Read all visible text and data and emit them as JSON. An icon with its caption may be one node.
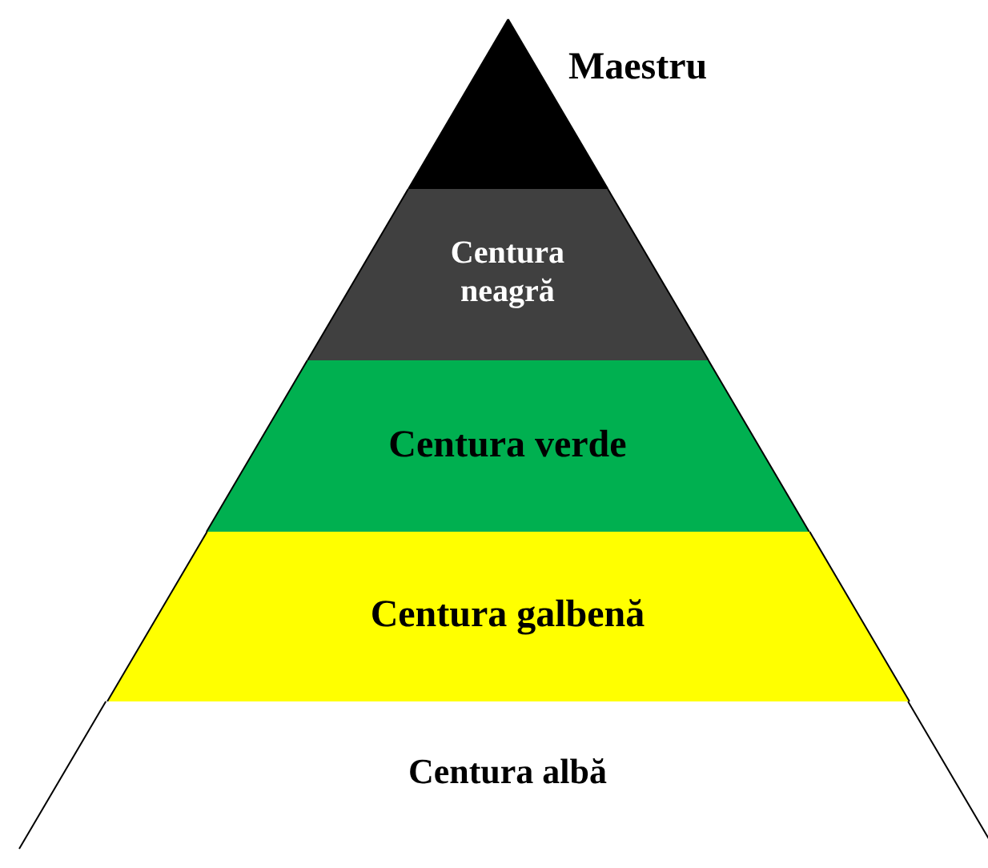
{
  "diagram": {
    "nodes": [
      {
        "text": [
          "Maestru"
        ]
      },
      {
        "text": [
          "Centura neagră"
        ]
      },
      {
        "text": [
          "Centura verde"
        ]
      },
      {
        "text": [
          "Centura galbenă"
        ]
      },
      {
        "text": [
          "Centura albă"
        ]
      }
    ]
  }
}
